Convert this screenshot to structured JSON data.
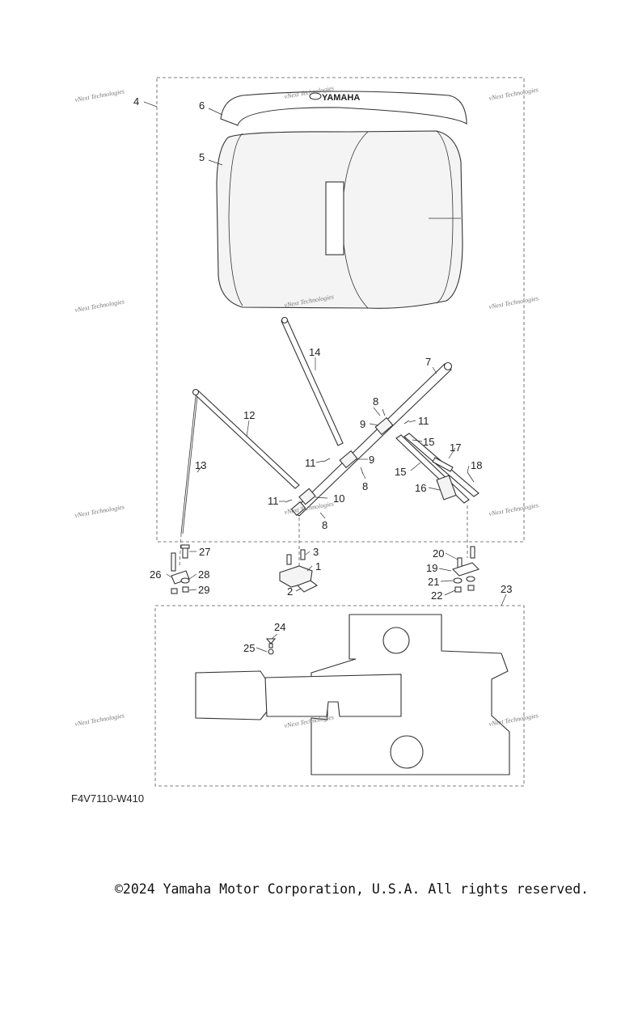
{
  "brand_label": "YAMAHA",
  "watermark": "vNext Technologies",
  "diagram_code": "F4V7110-W410",
  "copyright": "©2024 Yamaha Motor Corporation, U.S.A. All rights reserved.",
  "callouts": {
    "n1": "1",
    "n2": "2",
    "n3": "3",
    "n4": "4",
    "n5": "5",
    "n6": "6",
    "n7": "7",
    "n8": "8",
    "n9": "9",
    "n10": "10",
    "n11": "11",
    "n12": "12",
    "n13": "13",
    "n14": "14",
    "n15": "15",
    "n16": "16",
    "n17": "17",
    "n18": "18",
    "n19": "19",
    "n20": "20",
    "n21": "21",
    "n22": "22",
    "n23": "23",
    "n24": "24",
    "n25": "25",
    "n26": "26",
    "n27": "27",
    "n28": "28",
    "n29": "29"
  }
}
